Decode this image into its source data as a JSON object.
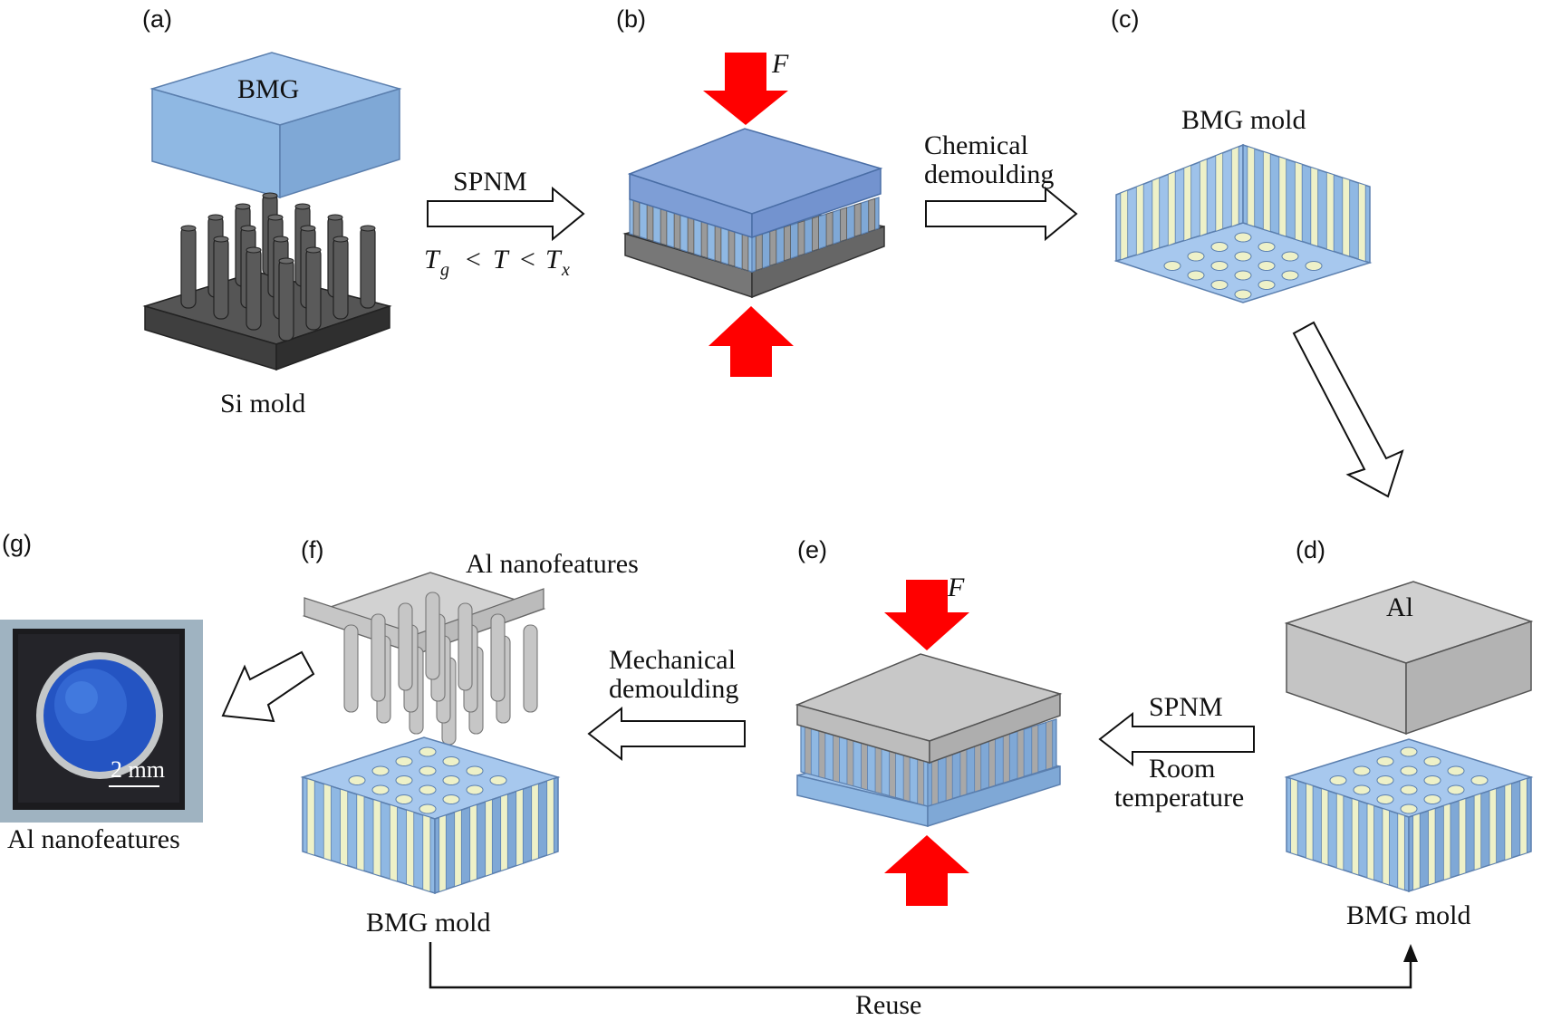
{
  "panels": {
    "a": "(a)",
    "b": "(b)",
    "c": "(c)",
    "d": "(d)",
    "e": "(e)",
    "f": "(f)",
    "g": "(g)"
  },
  "labels": {
    "bmg": "BMG",
    "si_mold": "Si mold",
    "spnm_top": "SPNM",
    "temp_T": "T",
    "temp_g": "g",
    "temp_x": "x",
    "temp_lt": "<",
    "force_b": "F",
    "chemical": "Chemical",
    "demoulding_chem": "demoulding",
    "bmg_mold_c": "BMG mold",
    "al_block": "Al",
    "bmg_mold_d": "BMG mold",
    "spnm_bottom": "SPNM",
    "room": "Room",
    "temperature": "temperature",
    "force_e": "F",
    "mechanical": "Mechanical",
    "demoulding_mech": "demoulding",
    "al_nanofeatures_f": "Al nanofeatures",
    "bmg_mold_f": "BMG mold",
    "scale_bar": "2 mm",
    "al_nanofeatures_g": "Al nanofeatures",
    "reuse": "Reuse"
  },
  "colors": {
    "bmg_blue": "#8fb8e3",
    "bmg_blue_top": "#a7c8ee",
    "bmg_blue_dark": "#7fa8d6",
    "si_dark": "#4d4d4d",
    "al_gray": "#c9c9c9",
    "force_red": "#ff0000",
    "pillar_cream": "#eef1c8"
  }
}
